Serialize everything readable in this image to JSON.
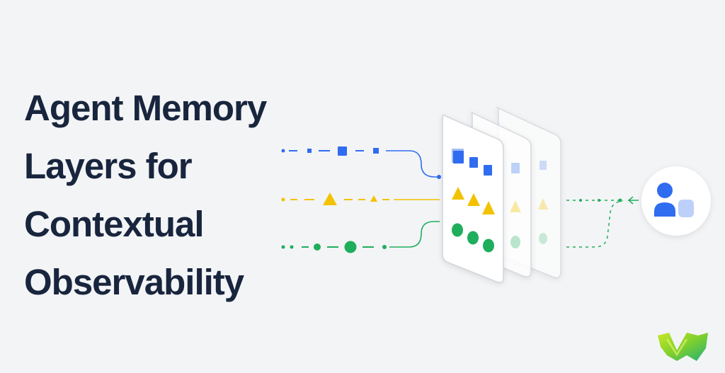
{
  "title": {
    "lines": [
      "Agent Memory",
      "Layers for",
      "Contextual",
      "Observability"
    ]
  },
  "diagram": {
    "streams": [
      {
        "name": "blue",
        "shape": "square",
        "color": "#2f6cf0"
      },
      {
        "name": "yellow",
        "shape": "triangle",
        "color": "#f2c200"
      },
      {
        "name": "green",
        "shape": "circle",
        "color": "#1fae5c"
      }
    ],
    "layers": 3,
    "agent_icon": "user-profile-icon",
    "logo": "w-logo"
  },
  "colors": {
    "background": "#f3f4f6",
    "title": "#18253d",
    "blue": "#2f6cf0",
    "yellow": "#f2c200",
    "green": "#1fae5c"
  }
}
